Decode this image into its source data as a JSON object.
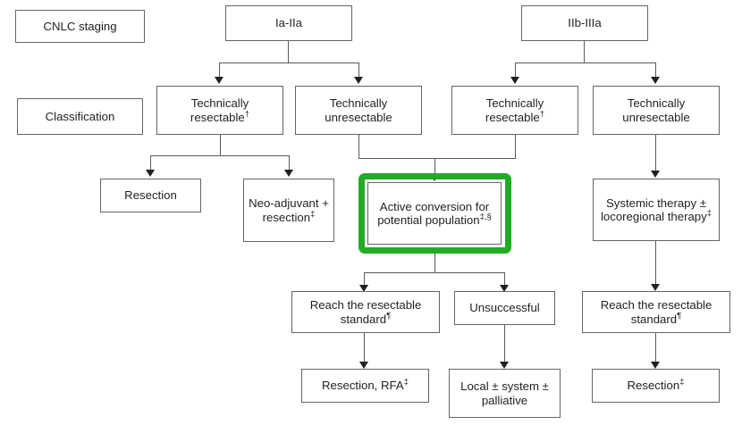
{
  "diagram": {
    "title": "CNLC staging and conversion therapy flowchart",
    "accent_color": "#22ac26",
    "line_color": "#58595b",
    "box_border_color": "#636569",
    "text_color": "#231f20",
    "row_labels": [
      {
        "id": "cnlc-staging",
        "text": "CNLC staging"
      },
      {
        "id": "classification",
        "text": "Classification"
      }
    ],
    "nodes": [
      {
        "id": "stage-ia-iia",
        "text": "Ia-IIa"
      },
      {
        "id": "stage-iib-iiia",
        "text": "IIb-IIIa"
      },
      {
        "id": "left-technically-resectable",
        "text": "Technically resectable",
        "sup": "†"
      },
      {
        "id": "left-technically-unresectable",
        "text": "Technically unresectable",
        "sup": ""
      },
      {
        "id": "right-technically-resectable",
        "text": "Technically resectable",
        "sup": "†"
      },
      {
        "id": "right-technically-unresectable",
        "text": "Technically unresectable",
        "sup": ""
      },
      {
        "id": "resection",
        "text": "Resection"
      },
      {
        "id": "neoadjuvant-resection",
        "text": "Neo-adjuvant + resection",
        "sup": "‡"
      },
      {
        "id": "active-conversion",
        "text": "Active conversion for potential population",
        "sup": "‡,§"
      },
      {
        "id": "systemic-therapy",
        "text": "Systemic therapy ± locoregional therapy",
        "sup": "‡"
      },
      {
        "id": "reach-standard-left",
        "text": "Reach the resectable standard",
        "sup": "¶"
      },
      {
        "id": "unsuccessful",
        "text": "Unsuccessful"
      },
      {
        "id": "reach-standard-right",
        "text": "Reach the resectable standard",
        "sup": "¶"
      },
      {
        "id": "resection-rfa",
        "text": "Resection, RFA",
        "sup": "‡"
      },
      {
        "id": "local-system-palliative",
        "text": "Local ± system ± palliative"
      },
      {
        "id": "resection-final",
        "text": "Resection",
        "sup": "‡"
      }
    ]
  }
}
